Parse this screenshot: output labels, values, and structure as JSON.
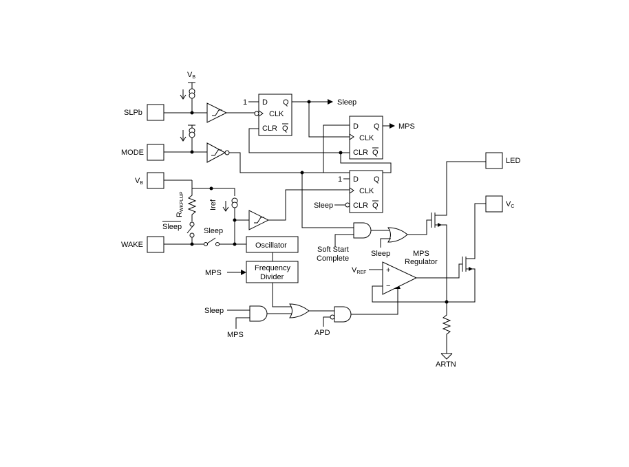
{
  "pins": {
    "slpb": "SLPb",
    "mode": "MODE",
    "vb": "V",
    "vb_sub": "B",
    "wake": "WAKE",
    "led": "LED",
    "vc": "V",
    "vc_sub": "C",
    "artn": "ARTN"
  },
  "supply": {
    "vb": "V",
    "vb_sub": "B"
  },
  "components": {
    "rwkpup": "R",
    "rwkpup_sub": "WKPLUP",
    "iref": "Iref",
    "oscillator": "Oscillator",
    "freq_div_1": "Frequency",
    "freq_div_2": "Divider",
    "mps_reg_1": "MPS",
    "mps_reg_2": "Regulator",
    "vref": "V",
    "vref_sub": "REF",
    "plus": "+",
    "minus": "−"
  },
  "flipflop": {
    "d": "D",
    "q": "Q",
    "clk": "CLK",
    "clr": "CLR",
    "qbar": "Q",
    "one": "1"
  },
  "signals": {
    "sleep": "Sleep",
    "mps": "MPS",
    "sleep_bar": "Sleep",
    "soft_start_1": "Soft Start",
    "soft_start_2": "Complete",
    "apd": "APD"
  }
}
